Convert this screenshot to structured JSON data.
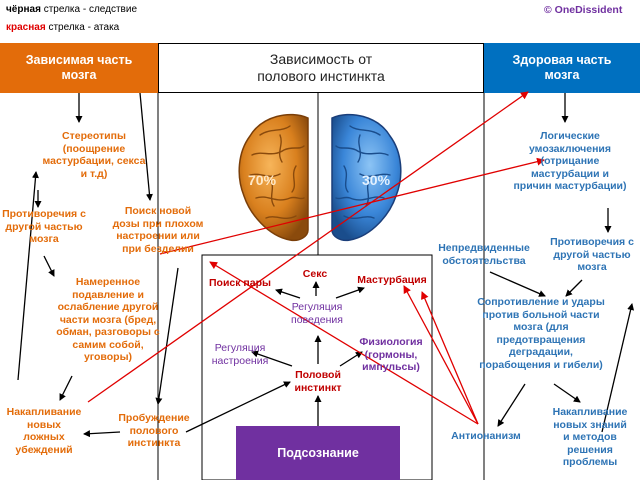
{
  "legend": {
    "black_word": "чёрная",
    "black_rest": " стрелка - следствие",
    "red_word": "красная",
    "red_rest": " стрелка - атака"
  },
  "copyright": "© OneDissident",
  "header": {
    "left": "Зависимая часть\nмозга",
    "center": "Зависимость от\nполового инстинкта",
    "right": "Здоровая часть\nмозга"
  },
  "brain": {
    "left_percent": "70%",
    "right_percent": "30%"
  },
  "left_nodes": {
    "stereotypes": "Стереотипы\n(поощрение\nмастурбации, секса\nи т.д)",
    "contradictions": "Противоречия с\nдругой частью\nмозга",
    "search_dose": "Поиск новой\nдозы при плохом\nнастроении или\nпри безделии",
    "suppression": "Намеренное\nподавление и\nослабление другой\nчасти мозга (бред,\nобман, разговоры с\nсамим собой,\nуговоры)",
    "accumulation": "Накапливание\nновых\nложных\nубеждений",
    "awakening": "Пробуждение\nполового\nинстинкта"
  },
  "center_nodes": {
    "search_pair": "Поиск пары",
    "sex": "Секс",
    "masturbation": "Мастурбация",
    "behavior": "Регуляция\nповедения",
    "mood": "Регуляция\nнастроения",
    "physiology": "Физиология\n(гормоны,\nимпульсы)",
    "instinct": "Половой\nинстинкт",
    "subconscious": "Подсознание"
  },
  "right_nodes": {
    "logic": "Логические\nумозаключения\n(отрицание\nмастурбации и\nпричин мастурбации)",
    "unforeseen": "Непредвиденные\nобстоятельства",
    "contradictions": "Противоречия с\nдругой частью\nмозга",
    "resistance": "Сопротивление и удары\nпротив больной части\nмозга (для\nпредотвращения\nдеградации,\nпорабощения и гибели)",
    "antionanism": "Антионанизм",
    "accumulation": "Накапливание\nновых знаний\nи методов\nрешения\nпроблемы"
  },
  "colors": {
    "orange_box": "#e36c0a",
    "blue_box": "#0070c0",
    "purple_box": "#7030a0",
    "attack_arrow": "#e00000",
    "consequence_arrow": "#000000"
  }
}
